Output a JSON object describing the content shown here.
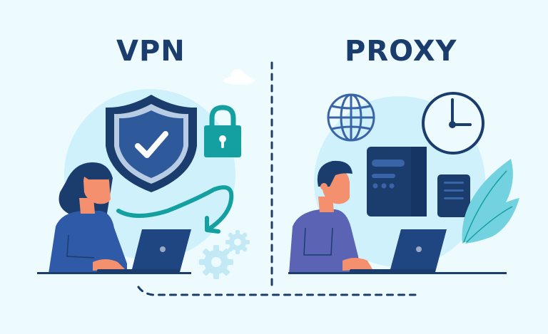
{
  "left_panel": {
    "title": "VPN",
    "icons": [
      "shield-check-icon",
      "padlock-icon",
      "curved-arrow-icon",
      "gears-icon",
      "cloud-icon"
    ],
    "figure": "woman-with-laptop"
  },
  "right_panel": {
    "title": "PROXY",
    "icons": [
      "globe-icon",
      "clock-icon",
      "server-icon",
      "document-icon",
      "leaf-plant-icon"
    ],
    "figure": "man-with-laptop"
  },
  "colors": {
    "background": "#eefbfe",
    "bubble": "#cff1fb",
    "navy": "#1b3d6e",
    "shield_blue": "#2e5a9c",
    "teal": "#14a0a0",
    "skin": "#f5906e",
    "woman_shirt": "#2e5aa8",
    "man_shirt": "#5b63b5",
    "leaf": "#72d2e0"
  }
}
